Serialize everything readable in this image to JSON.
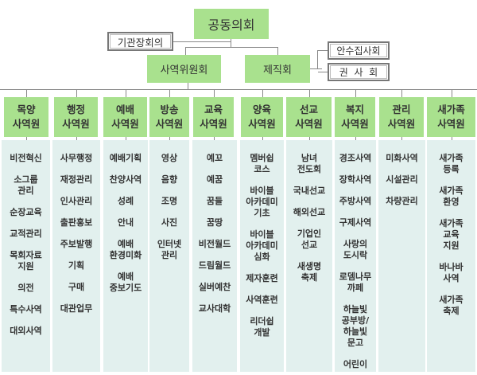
{
  "top": {
    "congregation": "공동의회",
    "heads_meeting": "기관장회의",
    "ministry_committee": "사역위원회",
    "officers": "제직회",
    "deacons": "안수집사회",
    "exhorters": "권  사  회"
  },
  "departments": [
    {
      "title": "목양\n사역원",
      "items": [
        "비전혁신",
        "소그룹\n관리",
        "순장교육",
        "교적관리",
        "목회자료\n지원",
        "의전",
        "특수사역",
        "대외사역"
      ]
    },
    {
      "title": "행정\n사역원",
      "items": [
        "사무행정",
        "재정관리",
        "인사관리",
        "출판홍보",
        "주보발행",
        "기획",
        "구매",
        "대관업무"
      ]
    },
    {
      "title": "예배\n사역원",
      "items": [
        "예배기획",
        "찬양사역",
        "성례",
        "안내",
        "예배\n환경미화",
        "예배\n중보기도"
      ]
    },
    {
      "title": "방송\n사역원",
      "items": [
        "영상",
        "음향",
        "조명",
        "사진",
        "인터넷\n관리"
      ]
    },
    {
      "title": "교육\n사역원",
      "items": [
        "예꼬",
        "예꿈",
        "꿈들",
        "꿈땅",
        "비전월드",
        "드림월드",
        "실버예찬",
        "교사대학"
      ]
    },
    {
      "title": "양육\n사역원",
      "items": [
        "멤버쉽\n코스",
        "바이블\n아카데미\n기초",
        "바이블\n아카데미\n심화",
        "제자훈련",
        "사역훈련",
        "리더쉽\n개발"
      ]
    },
    {
      "title": "선교\n사역원",
      "items": [
        "남녀\n전도회",
        "국내선교",
        "해외선교",
        "기업인\n선교",
        "새생명\n축제"
      ]
    },
    {
      "title": "복지\n사역원",
      "items": [
        "경조사역",
        "장학사역",
        "주방사역",
        "구제사역",
        "사랑의\n도시락",
        "로뎀나무\n까페",
        "하늘빛\n공부방/\n하늘빛\n문고",
        "어린이"
      ]
    },
    {
      "title": "관리\n사역원",
      "items": [
        "미화사역",
        "시설관리",
        "차량관리"
      ]
    },
    {
      "title": "새가족\n사역원",
      "items": [
        "새가족\n등록",
        "새가족\n환영",
        "새가족\n교육\n지원",
        "바나바\n사역",
        "새가족\n축제"
      ]
    }
  ],
  "colors": {
    "header_green": "#a9e18e",
    "column_bg": "#e2f0ee"
  }
}
